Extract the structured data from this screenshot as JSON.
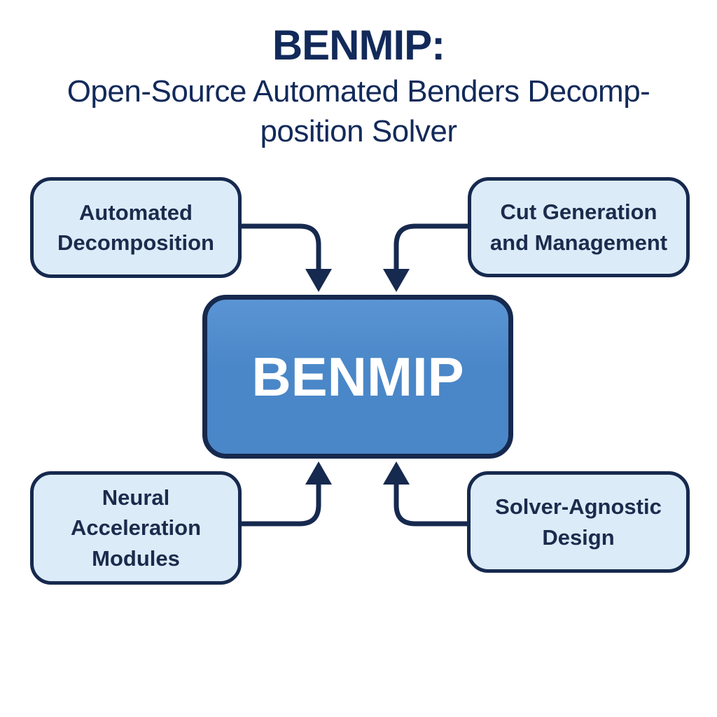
{
  "header": {
    "title": "BENMIP:",
    "subtitle_lines": [
      "Open-Source Automated Benders Decomp-",
      "position Solver"
    ]
  },
  "center_node": {
    "label": "BENMIP"
  },
  "nodes": {
    "top_left": {
      "label_lines": [
        "Automated",
        "Decomposition"
      ]
    },
    "top_right": {
      "label_lines": [
        "Cut Generation",
        "and Management"
      ]
    },
    "bottom_left": {
      "label_lines": [
        "Neural",
        "Acceleration",
        "Modules"
      ]
    },
    "bottom_right": {
      "label_lines": [
        "Solver-Agnostic",
        "Design"
      ]
    }
  },
  "colors": {
    "navy": "#16294e",
    "title-navy": "#122a5a",
    "text-navy": "#1b2b4c",
    "node-fill": "#dcebf8",
    "center-fill": "#4a87c8",
    "center-fill-light": "#5a94d4",
    "center-text": "#ffffff",
    "background": "#ffffff"
  }
}
